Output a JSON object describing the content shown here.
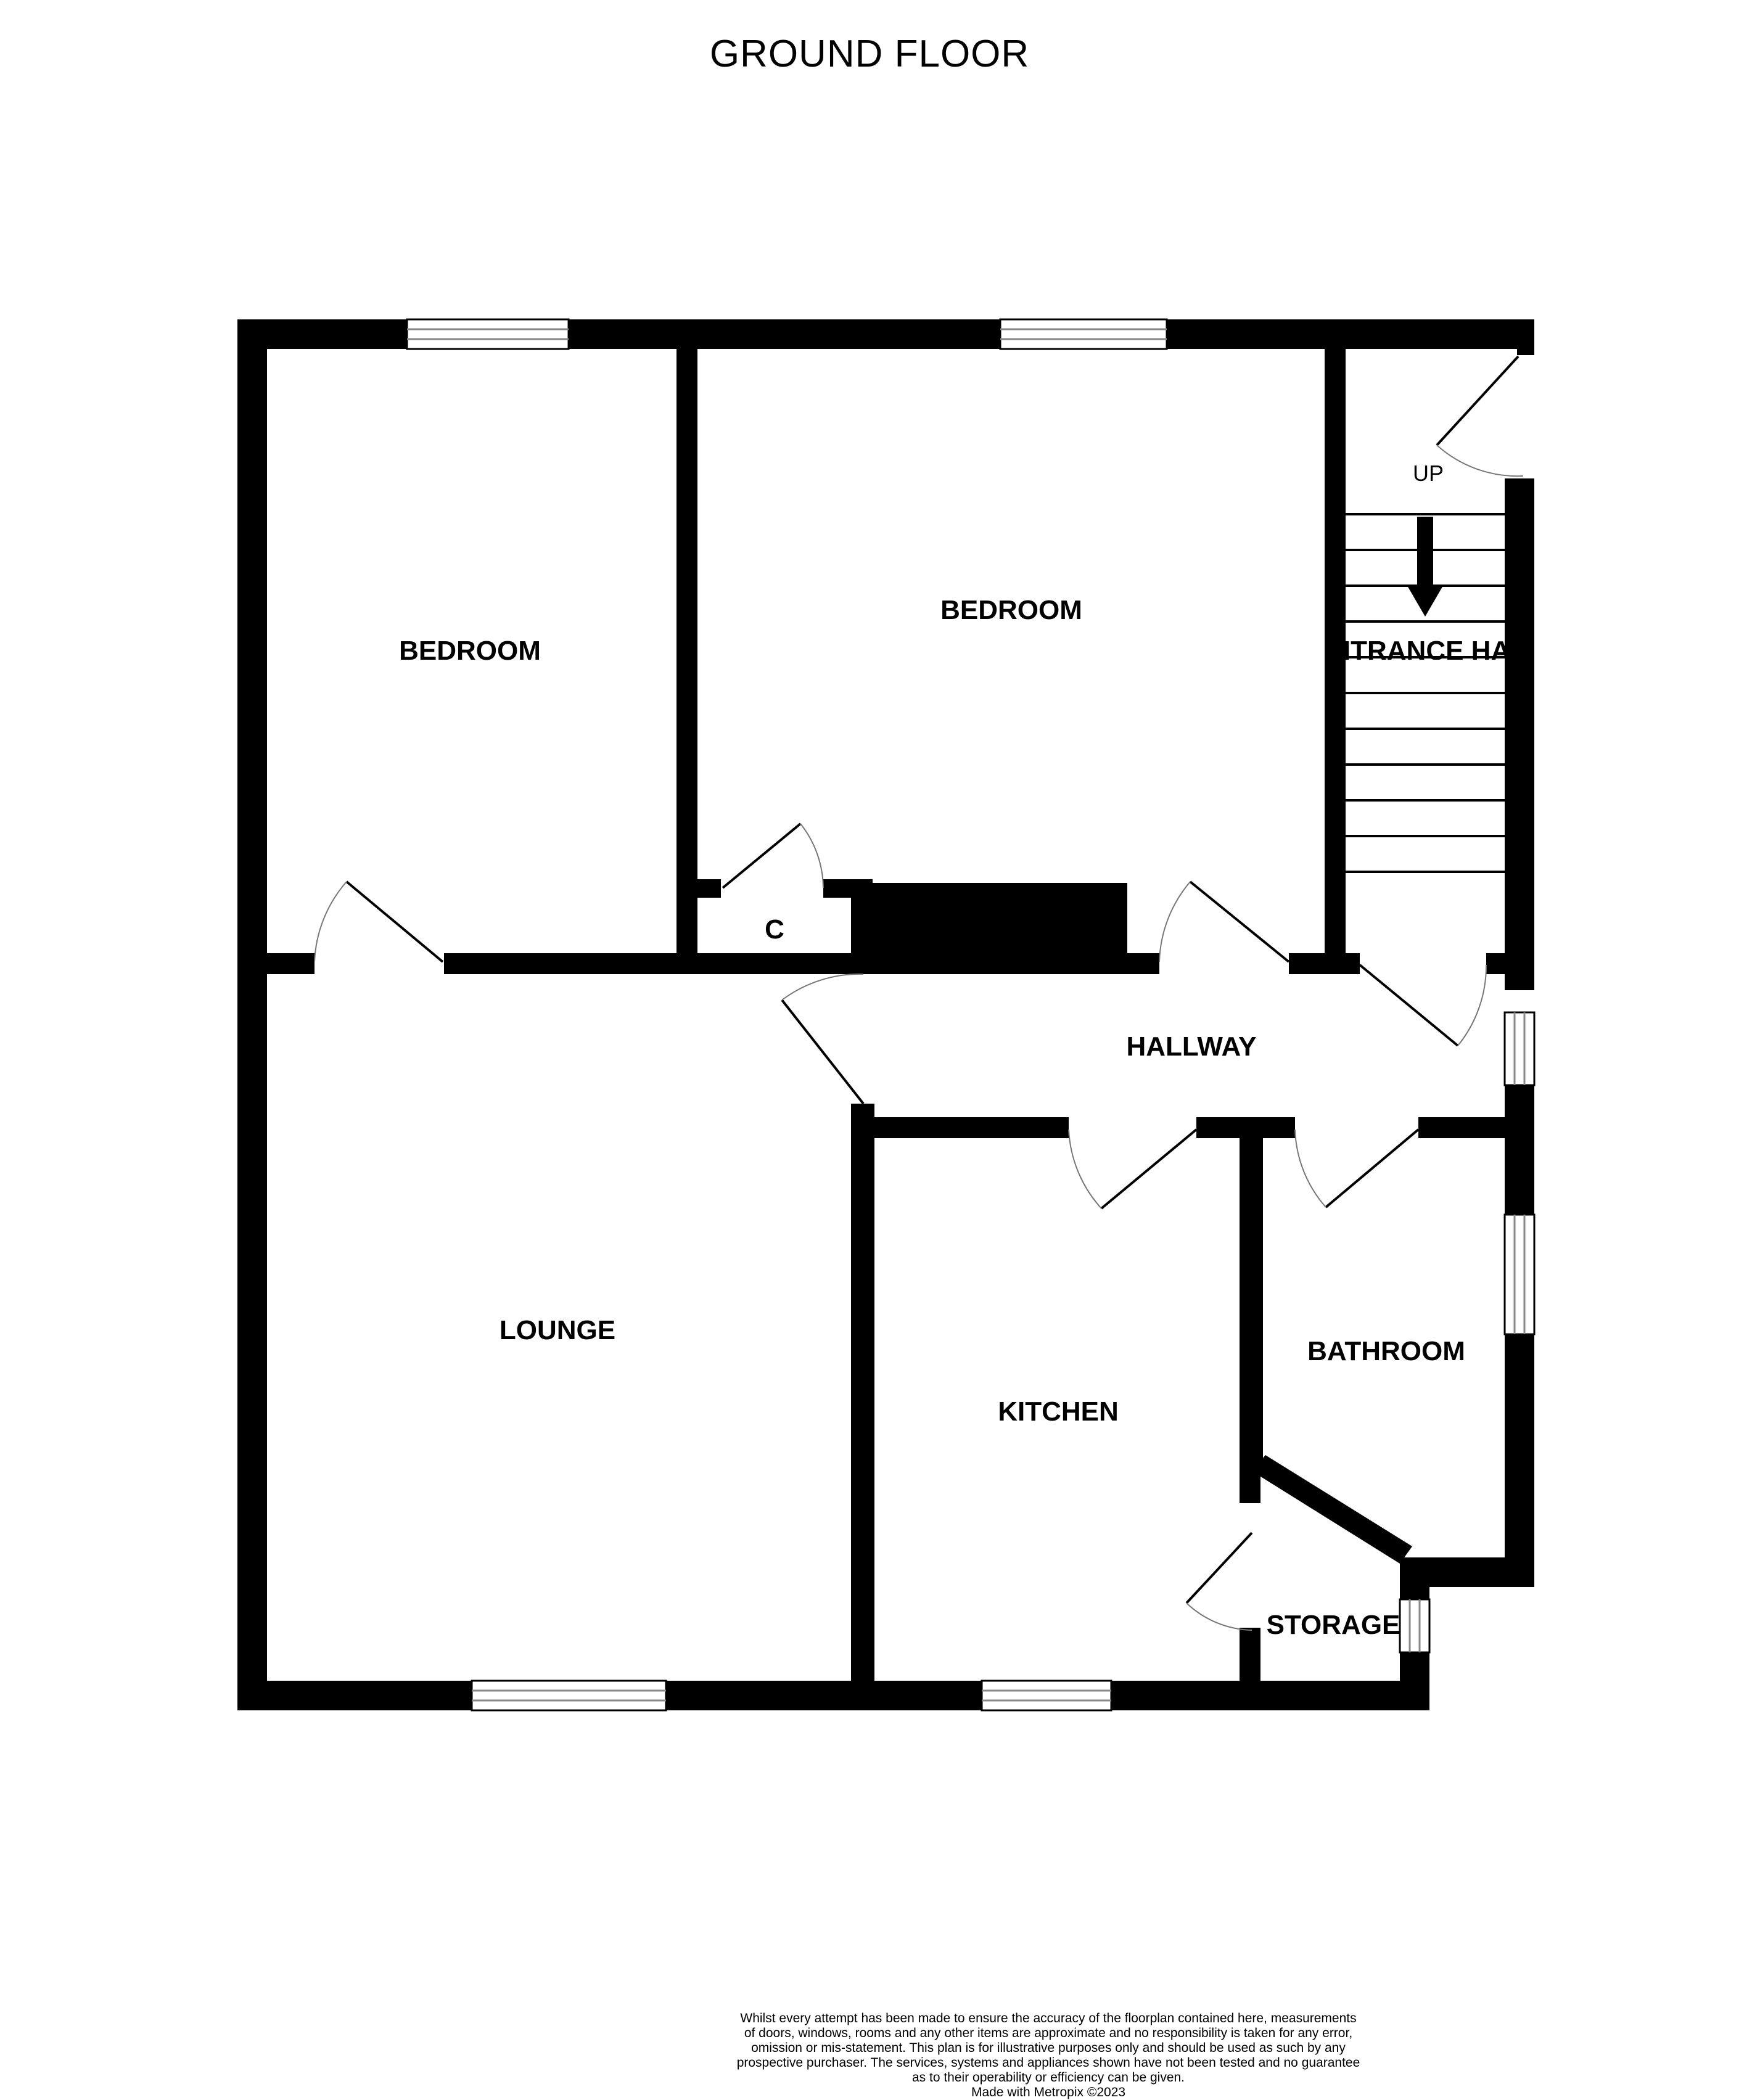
{
  "title": "GROUND FLOOR",
  "rooms": {
    "bedroom_left": "BEDROOM",
    "bedroom_right": "BEDROOM",
    "entrance_hall": "ENTRANCE HALL",
    "cupboard": "C",
    "hallway": "HALLWAY",
    "lounge": "LOUNGE",
    "kitchen": "KITCHEN",
    "bathroom": "BATHROOM",
    "storage": "STORAGE"
  },
  "stairs_label": "UP",
  "disclaimer": {
    "line1": "Whilst every attempt has been made to ensure the accuracy of the floorplan contained here, measurements",
    "line2": "of doors, windows, rooms and any other items are approximate and no responsibility is taken for any error,",
    "line3": "omission or mis-statement. This plan is for illustrative purposes only and should be used as such by any",
    "line4": "prospective purchaser. The services, systems and appliances shown have not been tested and no guarantee",
    "line5": "as to their operability or efficiency can be given.",
    "credit": "Made with Metropix ©2023"
  }
}
